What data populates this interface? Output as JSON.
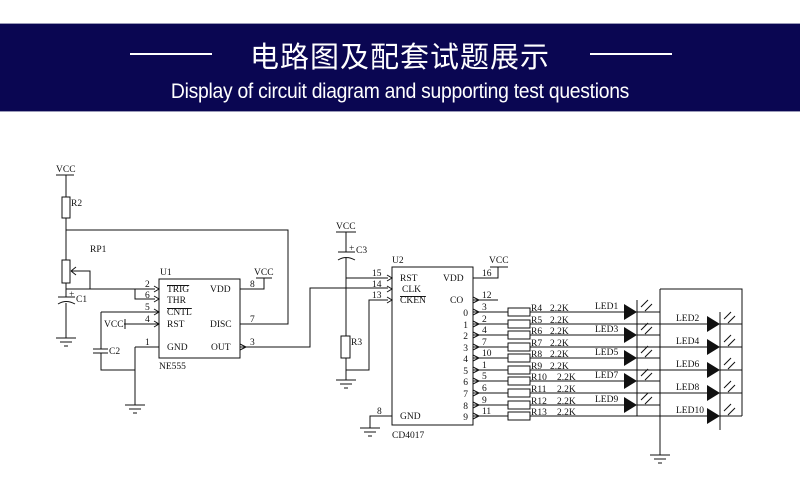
{
  "header": {
    "title_cn": "电路图及配套试题展示",
    "title_en": "Display of circuit diagram and supporting test questions"
  },
  "colors": {
    "banner": "#0a0652",
    "wire": "#111111"
  },
  "vcc": "VCC",
  "components": {
    "r2": "R2",
    "rp1": "RP1",
    "c1": "C1",
    "c2": "C2",
    "c3": "C3",
    "r3": "R3",
    "plus": "+"
  },
  "u1": {
    "ref": "U1",
    "part": "NE555",
    "pins": {
      "trig": "TRIG",
      "thr": "THR",
      "cntl": "CNTL",
      "rst": "RST",
      "gnd": "GND",
      "vdd": "VDD",
      "disc": "DISC",
      "out": "OUT"
    },
    "pin_numbers": {
      "trig": "2",
      "thr": "6",
      "cntl": "5",
      "rst": "4",
      "gnd": "1",
      "vdd": "8",
      "disc": "7",
      "out": "3"
    }
  },
  "u2": {
    "ref": "U2",
    "part": "CD4017",
    "pins": {
      "rst": "RST",
      "clk": "CLK",
      "cken": "CKEN",
      "vdd": "VDD",
      "co": "CO",
      "gnd": "GND"
    },
    "pin_numbers": {
      "rst": "15",
      "clk": "14",
      "cken": "13",
      "vdd": "16",
      "co": "12",
      "gnd": "8"
    },
    "outputs": [
      {
        "label": "0",
        "pin": "3",
        "res": "R4",
        "value": "2.2K",
        "led": "LED1"
      },
      {
        "label": "1",
        "pin": "2",
        "res": "R5",
        "value": "2.2K",
        "led": "LED2"
      },
      {
        "label": "2",
        "pin": "4",
        "res": "R6",
        "value": "2.2K",
        "led": "LED3"
      },
      {
        "label": "3",
        "pin": "7",
        "res": "R7",
        "value": "2.2K",
        "led": "LED4"
      },
      {
        "label": "4",
        "pin": "10",
        "res": "R8",
        "value": "2.2K",
        "led": "LED5"
      },
      {
        "label": "5",
        "pin": "1",
        "res": "R9",
        "value": "2.2K",
        "led": "LED6"
      },
      {
        "label": "6",
        "pin": "5",
        "res": "R10",
        "value": "2.2K",
        "led": "LED7"
      },
      {
        "label": "7",
        "pin": "6",
        "res": "R11",
        "value": "2.2K",
        "led": "LED8"
      },
      {
        "label": "8",
        "pin": "9",
        "res": "R12",
        "value": "2.2K",
        "led": "LED9"
      },
      {
        "label": "9",
        "pin": "11",
        "res": "R13",
        "value": "2.2K",
        "led": "LED10"
      }
    ]
  }
}
